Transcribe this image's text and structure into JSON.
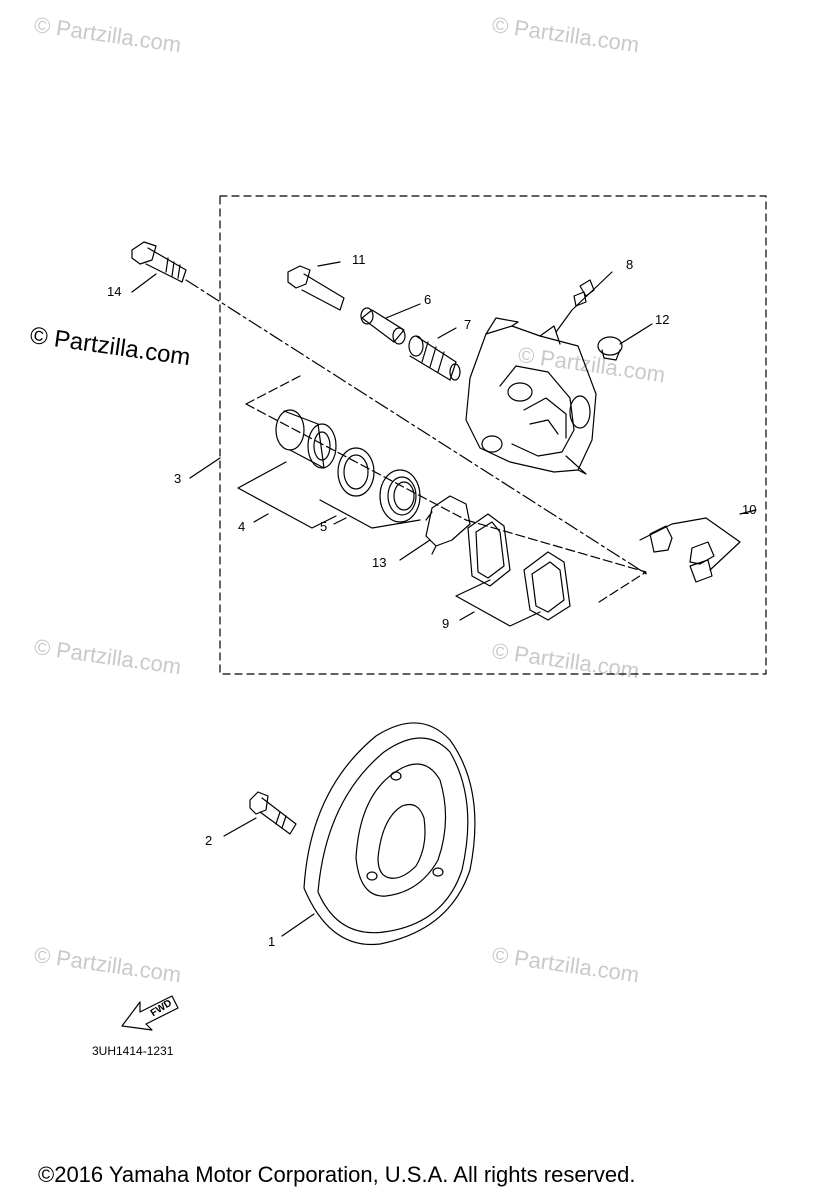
{
  "watermarks": [
    "© Partzilla.com",
    "© Partzilla.com",
    "© Partzilla.com",
    "© Partzilla.com",
    "© Partzilla.com",
    "© Partzilla.com",
    "© Partzilla.com",
    "© Partzilla.com"
  ],
  "callouts": {
    "c1": "1",
    "c2": "2",
    "c3": "3",
    "c4": "4",
    "c5": "5",
    "c6": "6",
    "c7": "7",
    "c8": "8",
    "c9": "9",
    "c10": "10",
    "c11": "11",
    "c12": "12",
    "c13": "13",
    "c14": "14"
  },
  "fwd_label": "FWD",
  "diagram_code": "3UH1414-1231",
  "copyright": "©2016  Yamaha Motor Corporation, U.S.A. All rights reserved.",
  "colors": {
    "line": "#000000",
    "watermark": "#c9c9c9",
    "background": "#ffffff"
  }
}
